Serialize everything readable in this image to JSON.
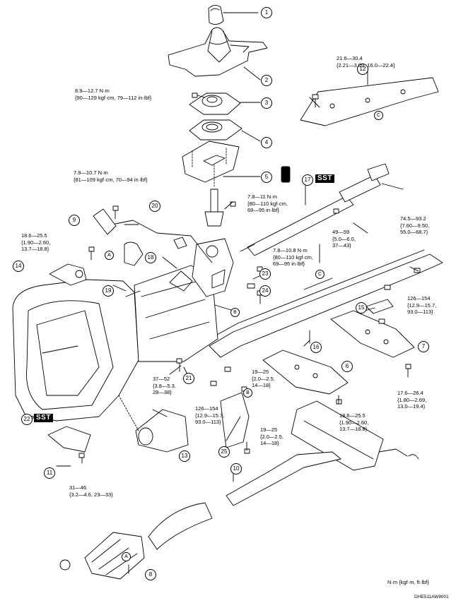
{
  "callouts": {
    "c1": "1",
    "c2": "2",
    "c3": "3",
    "c4": "4",
    "c5": "5",
    "c6": "6",
    "c7": "7",
    "c8": "8",
    "c9": "9",
    "c10": "10",
    "c11": "11",
    "c12": "12",
    "c13": "13",
    "c14": "14",
    "c15": "15",
    "c16": "16",
    "c17": "17",
    "c18": "18",
    "c19": "19",
    "c20": "20",
    "c21": "21",
    "c22": "22",
    "c23": "23",
    "c24": "24",
    "c25": "25"
  },
  "connectors": {
    "a1": "A",
    "a2": "A",
    "b1": "B",
    "b2": "B",
    "cc1": "C",
    "cc2": "C"
  },
  "torque": {
    "t_12": "21.6—30.4\n{2.21—3.09, 16.0—22.4}",
    "t_3": "8.9—12.7 N·m\n{90—129 kgf·cm, 79—112 in·lbf}",
    "t_9": "7.9—10.7 N·m\n{81—109 kgf·cm, 70—94 in·lbf}",
    "t_5": "7.8—11 N·m\n{80—110 kgf·cm,\n69—95 in·lbf}",
    "t_49": "49—59\n{5.0—6.0,\n37—43}",
    "t_745": "74.5—93.2\n{7.60—9.50,\n55.0—68.7}",
    "t_14": "18.6—25.5\n{1.90—2.60,\n13.7—18.8}",
    "t_23": "7.8—10.8 N·m\n{80—110 kgf·cm,\n69—95 in·lbf}",
    "t_15": "126—154\n{12.9—15.7,\n93.0—113}",
    "t_21": "37—52\n{3.8—5.3,\n28—38}",
    "t_b": "19—25\n{2.0—2.5,\n14—18}",
    "t_126b": "126—154\n{12.9—15.7,\n93.0—113}",
    "t_7": "17.6—26.4\n{1.80—2.69,\n13.0—19.4}",
    "t_mid": "18.6—25.5\n{1.90—2.60,\n13.7—18.8}",
    "t_25": "19—25\n{2.0—2.5,\n14—18}",
    "t_11": "31—46\n{3.2—4.6, 23—33}"
  },
  "sst": {
    "s1": "SST",
    "s2": "SST"
  },
  "footer": {
    "units": "N·m {kgf·m, ft·lbf}",
    "code": "DHE511AW8001"
  }
}
